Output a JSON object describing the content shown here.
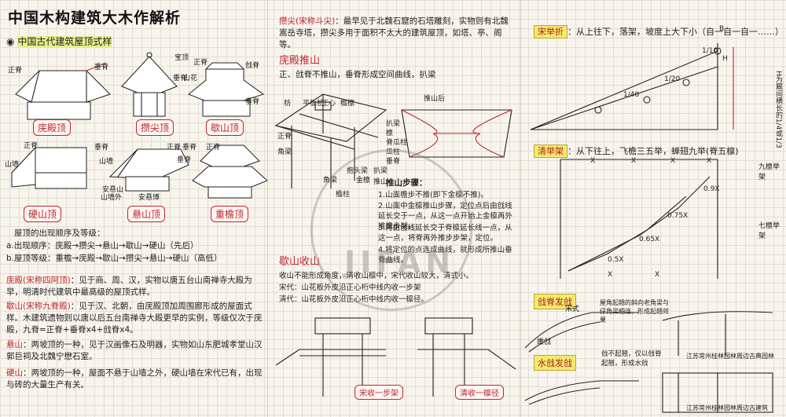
{
  "title": "中国木构建筑大木作解析",
  "col1": {
    "section_heading": "中国古代建筑屋顶式样",
    "roof_types": [
      {
        "name": "庑殿顶",
        "labels": [
          "正脊",
          "垂脊"
        ]
      },
      {
        "name": "攒尖顶",
        "labels": [
          "宝顶",
          "垂脊"
        ]
      },
      {
        "name": "歇山顶",
        "labels": [
          "正脊",
          "山花",
          "戗脊",
          "垂脊"
        ]
      },
      {
        "name": "硬山顶",
        "labels": [
          "正脊",
          "垂脊",
          "山墙"
        ]
      },
      {
        "name": "悬山顶",
        "labels": [
          "山墙",
          "山墙外",
          "安悬山",
          "安悬博",
          "正脊",
          "垂脊"
        ]
      },
      {
        "name": "重檐顶",
        "labels": [
          "正脊",
          "垂脊"
        ]
      }
    ],
    "order_heading": "屋顶的出现顺序及等级：",
    "order_lines": [
      "a.出现顺序：庑殿→攒尖→悬山→歇山→硬山（先后）",
      "b.屋顶等级：重檐→庑殿→歇山→攒尖→悬山→硬山（高低）"
    ],
    "notes": [
      {
        "tag": "庑殿(宋称四阿顶)",
        "text": "：见于商、周、汉，实物以唐五台山南禅寺大殿为早，明清时代建筑中最高级的屋顶式样。"
      },
      {
        "tag": "歇山(宋称九脊殿)",
        "text": "：见于汉、北朝，由庑殿顶加周围廊形成的屋面式样。木建筑遗物则以唐以后五台南禅寺大殿更早的实例，等级仅次于庑殿，九脊=正脊+垂脊x4+戗脊x4。"
      },
      {
        "tag": "悬山",
        "text": "：两坡顶的一种，见于汉画像石及明器，实物如山东肥城孝堂山汉郭巨祠及北魏宁懋石室。"
      },
      {
        "tag": "硬山",
        "text": "：两坡顶的一种，屋面不悬于山墙之外，硬山墙在宋代已有，出现与砖的大量生产有关。"
      }
    ]
  },
  "col2": {
    "top_tag": "攒尖(宋称斗尖)",
    "top_text": "：最早见于北魏石窟的石塔雕刻，实物则有北魏嵩岳寺塔，攒尖多用于面积不太大的建筑屋顶，如塔、亭、阁等。",
    "section1_heading": "庑殿推山",
    "section1_sub": "正、戗脊不推山，垂脊形成空间曲线，扒梁",
    "frame_labels": [
      "推山后",
      "正脊",
      "角梁",
      "扒梁",
      "檩",
      "脊瓜柱",
      "瓜柱",
      "垂脊",
      "抱头梁",
      "扒梁",
      "角梁",
      "金檩",
      "檐柱",
      "枋",
      "平板枋",
      "正心",
      "檐檩",
      "推山"
    ],
    "rule_heading": "推山步骤：",
    "rules": [
      "1.山面檐步不推(即下金檩不推)。",
      "2.山面中金檩推山步骤，定位点后由戗线延长交于一点，从这一点开始上金檩再外推檐步架。",
      "3.再由戗线延长交于脊檩延长线一点，从这一点，将脊再外推步步架，定位。",
      "4.将定位的点连成曲线，就形成所推山垂脊曲线。"
    ],
    "section2_heading": "歇山收山",
    "section2_lines": [
      "收山不能形成角度，清收山檩中，宋代收山较大，清式小。",
      "宋代：山花板外皮沿正心桁中线内收一步架",
      "清代：山花板外皮沿正心桁中线内收一檩径。"
    ],
    "captions": [
      "宋收一步架",
      "清收一檩径"
    ]
  },
  "col3": {
    "section1_tag": "宋举折",
    "section1_text": "：从上往下，落架，坡度上大下小（自一自一自一……）",
    "section1_side": "H为厩间横长的1/4或1/3",
    "section1_marks": [
      "1/10",
      "1/20",
      "1/40",
      "H",
      "B"
    ],
    "section2_tag": "清举架",
    "section2_text": "：从下往上，飞檐三五举，蝉翅九举(脊五檩)",
    "section2_right": [
      "九檩举架",
      "七檩举架"
    ],
    "section2_marks": [
      "0.9X",
      "0.75X",
      "0.65X",
      "0.5X",
      "X",
      "X",
      "X",
      "X",
      "X",
      "X"
    ],
    "section3_tag": "戗脊发戗",
    "section3_notes": [
      "宋式",
      "屋角起翘的斜向老角梁与仔角梁相连，形成起翘效果",
      "嫩戗"
    ],
    "section4_tag": "水戗发戗",
    "section4_notes": [
      "戗不起翘，仅以戗脊起翘，形成水戗",
      "江苏常州桂林园林周边古典园林",
      "江苏常州桂林园林周边古建筑"
    ]
  },
  "watermark": "JIFAN",
  "colors": {
    "accent_red": "#c0262d",
    "highlight_yellow": "#e6f08a",
    "tag_yellow": "#f3ea6e",
    "paper": "#f8f5ee"
  }
}
